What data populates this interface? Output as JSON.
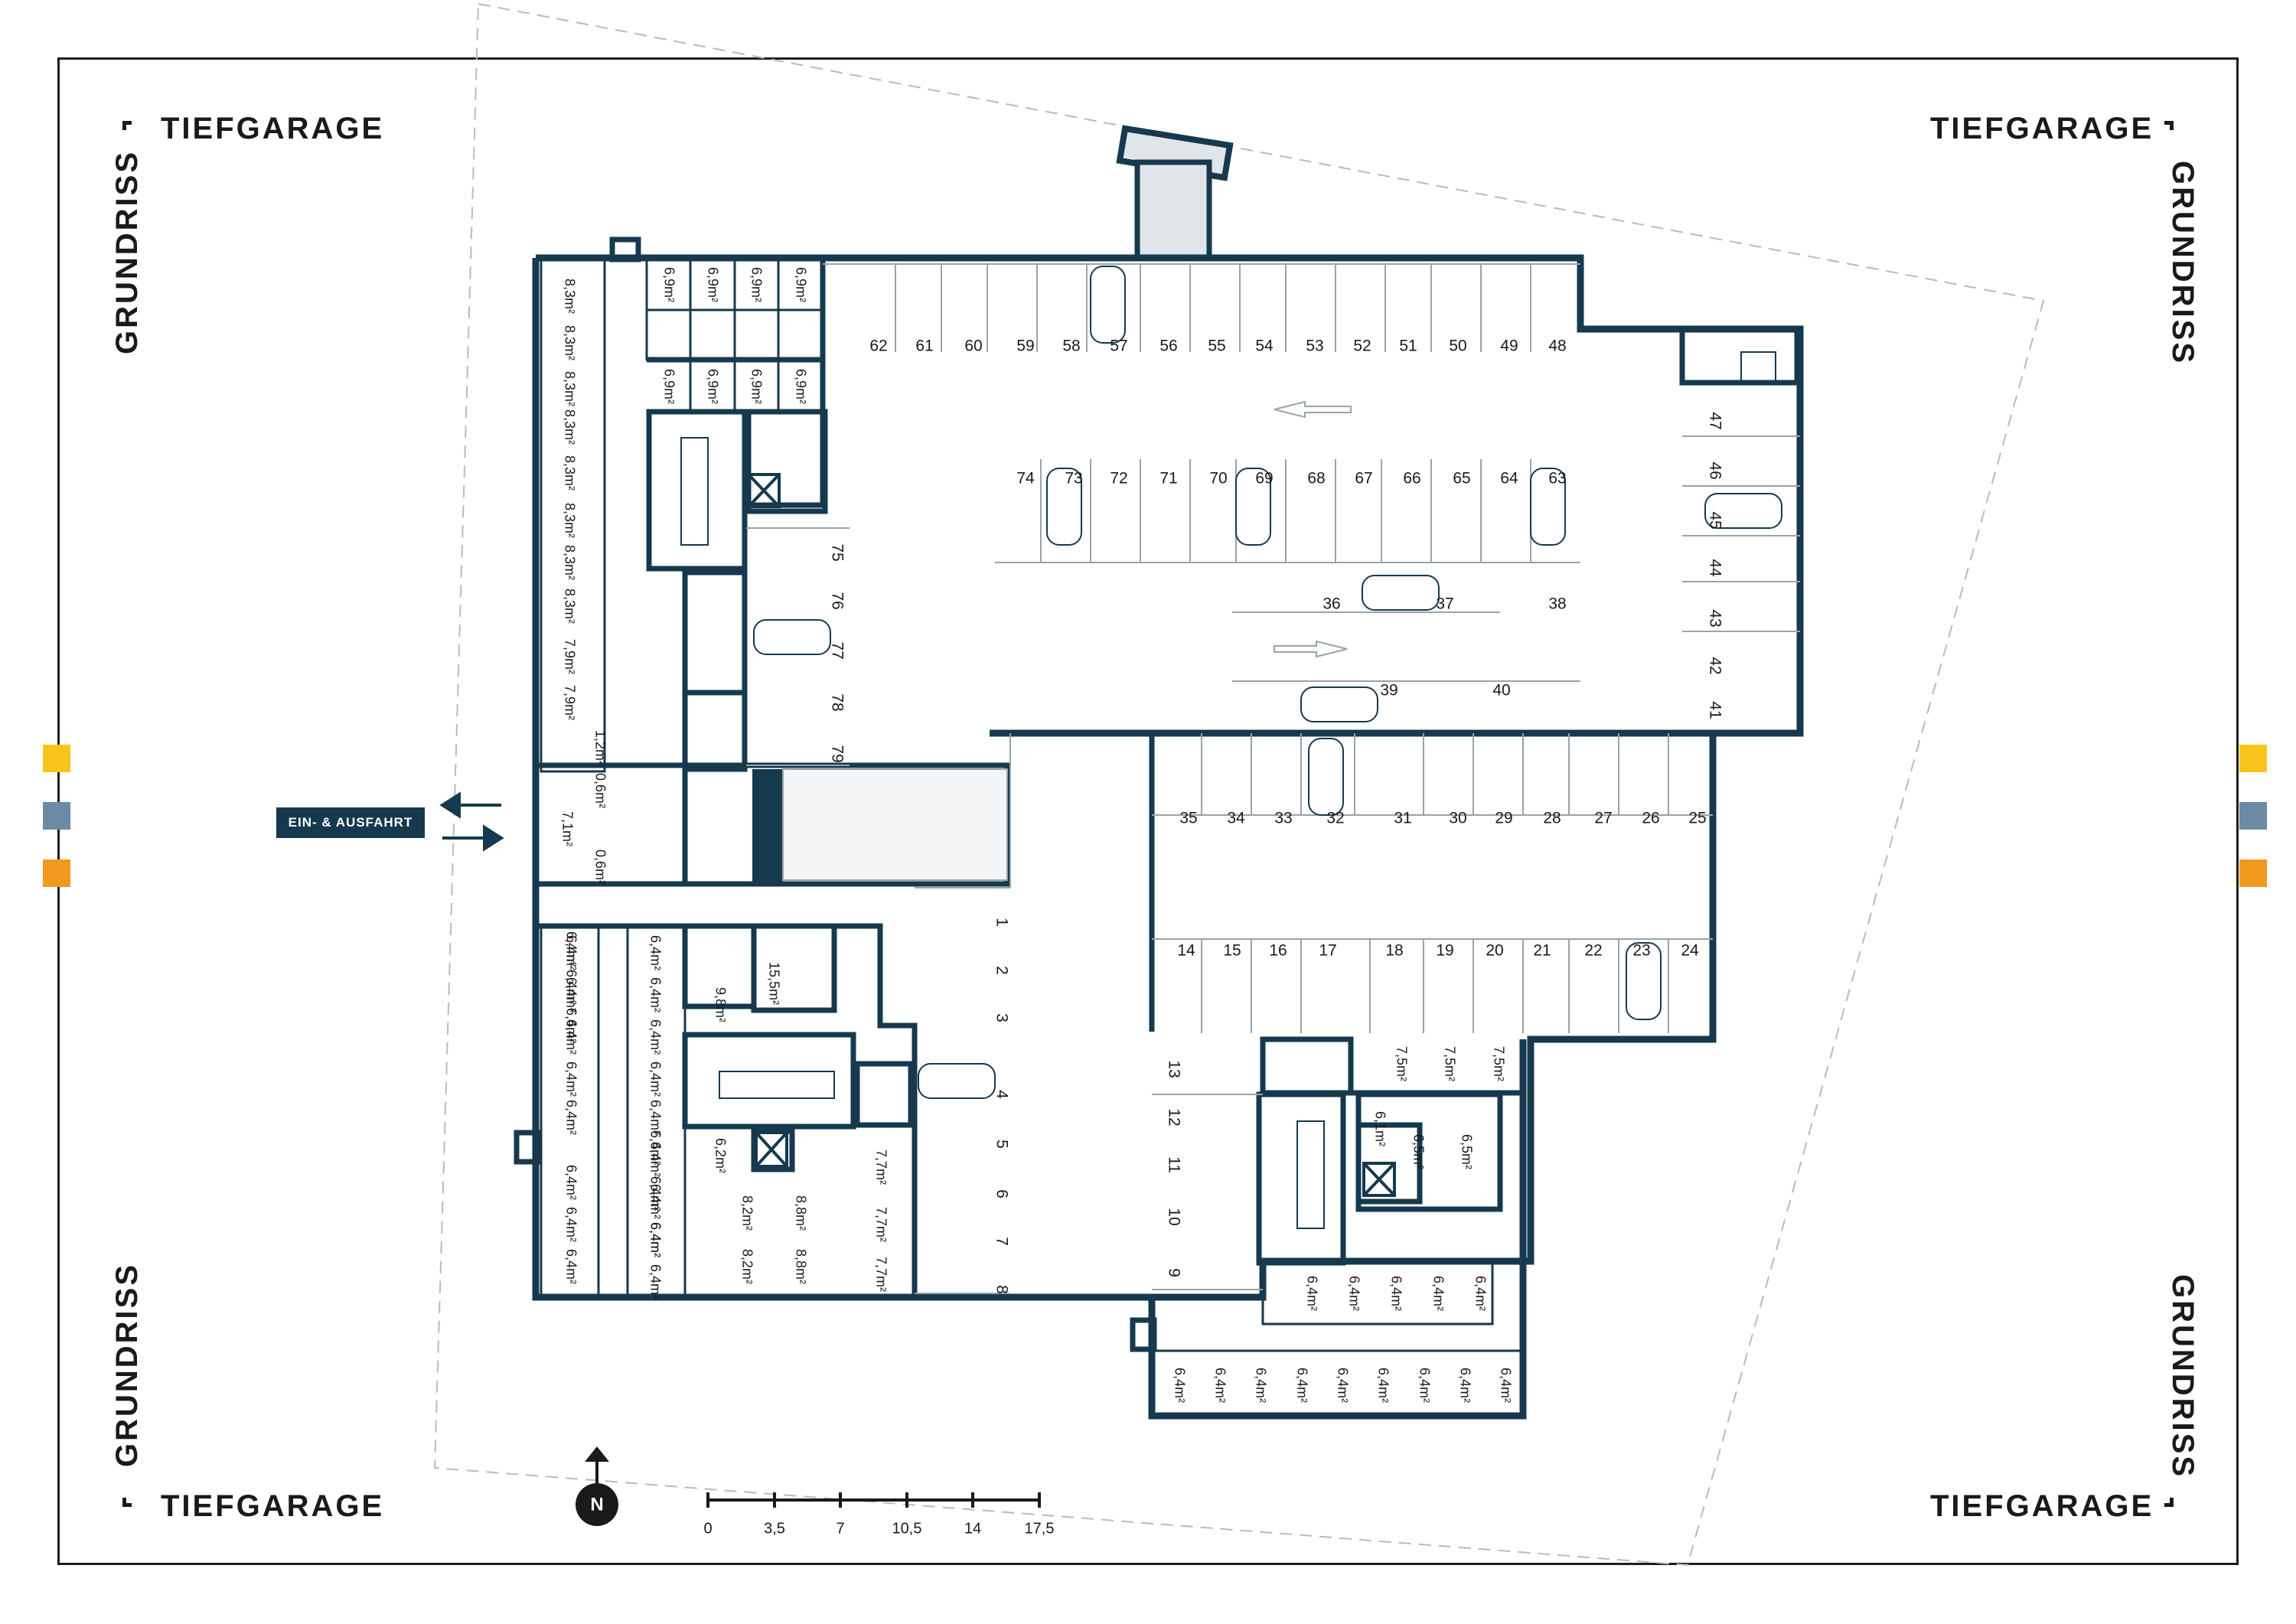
{
  "titles": {
    "top_left_heading": "TIEFGARAGE",
    "top_left_side": "GRUNDRISS",
    "top_right_heading": "TIEFGARAGE",
    "top_right_side": "GRUNDRISS",
    "bottom_left_heading": "TIEFGARAGE",
    "bottom_left_side": "GRUNDRISS",
    "bottom_right_heading": "TIEFGARAGE",
    "bottom_right_side": "GRUNDRISS"
  },
  "entrance": {
    "label": "EIN- & AUSFAHRT"
  },
  "north": {
    "label": "N"
  },
  "scale": {
    "ticks": [
      "0",
      "3,5",
      "7",
      "10,5",
      "14",
      "17,5"
    ]
  },
  "colors": {
    "wall": "#16394e",
    "ink": "#1a1a1a",
    "line": "#9aa3a9",
    "accent_yellow": "#f7c51c",
    "accent_blue": "#6a8aa5",
    "accent_orange": "#f29a1f",
    "ramp": "#dfe5e8"
  },
  "swatch_colors": [
    "#f7c51c",
    "#6a8aa5",
    "#f29a1f"
  ],
  "parking": {
    "top_row": [
      "62",
      "61",
      "60",
      "59",
      "58",
      "57",
      "56",
      "55",
      "54",
      "53",
      "52",
      "51",
      "50",
      "49",
      "48"
    ],
    "middle_row": [
      "74",
      "73",
      "72",
      "71",
      "70",
      "69",
      "68",
      "67",
      "66",
      "65",
      "64",
      "63"
    ],
    "middle_lower": [
      "36",
      "37",
      "38"
    ],
    "middle_bottom": [
      "39",
      "40"
    ],
    "right_column": [
      "47",
      "46",
      "45",
      "44",
      "43",
      "42",
      "41"
    ],
    "left_column": [
      "75",
      "76",
      "77",
      "78",
      "79"
    ],
    "lower_top_row": [
      "35",
      "34",
      "33",
      "32",
      "31",
      "30",
      "29",
      "28",
      "27",
      "26",
      "25"
    ],
    "lower_bottom_row": [
      "14",
      "15",
      "16",
      "17",
      "18",
      "19",
      "20",
      "21",
      "22",
      "23",
      "24"
    ],
    "ramp_column": [
      "1",
      "2",
      "3",
      "4",
      "5",
      "6",
      "7",
      "8"
    ],
    "side_column": [
      "13",
      "12",
      "11",
      "10",
      "9"
    ]
  },
  "storage": {
    "left_column_top": [
      "8,3m²",
      "8,3m²",
      "8,3m²",
      "8,3m²",
      "8,3m²",
      "8,3m²",
      "8,3m²",
      "8,3m²",
      "7,9m²",
      "7,9m²"
    ],
    "top_row_upper": [
      "6,9m²",
      "6,9m²",
      "6,9m²",
      "6,9m²"
    ],
    "top_row_lower": [
      "6,9m²",
      "6,9m²",
      "6,9m²",
      "6,9m²"
    ],
    "mid_column": [
      "1,2m²",
      "0,6m²",
      "0,6m²",
      "7,1m²"
    ],
    "left_bottom_a": [
      "6,4m²",
      "6,4m²",
      "6,4m²",
      "6,4m²",
      "6,4m²",
      "6,4m²",
      "6,4m²",
      "6,4m²",
      "6,4m²",
      "6,4m²",
      "6,4m²"
    ],
    "left_bottom_b": [
      "6,4m²",
      "6,4m²",
      "6,4m²",
      "6,4m²",
      "6,4m²",
      "6,4m²",
      "6,4m²",
      "6,4m²",
      "6,4m²",
      "6,4m²",
      "6,4m²",
      "6,4m²"
    ],
    "center_rooms": [
      "9,8m²",
      "15,5m²",
      "6,2m²",
      "8,2m²",
      "8,8m²",
      "8,2m²",
      "8,8m²",
      "7,7m²",
      "7,7m²",
      "7,7m²"
    ],
    "right_cluster": [
      "7,5m²",
      "7,5m²",
      "7,5m²",
      "6,1m²",
      "6,5m²",
      "6,5m²"
    ],
    "right_bottom_row": [
      "6,4m²",
      "6,4m²",
      "6,4m²",
      "6,4m²",
      "6,4m²"
    ],
    "bottom_strip": [
      "6,4m²",
      "6,4m²",
      "6,4m²",
      "6,4m²",
      "6,4m²",
      "6,4m²",
      "6,4m²",
      "6,4m²",
      "6,4m²"
    ]
  }
}
